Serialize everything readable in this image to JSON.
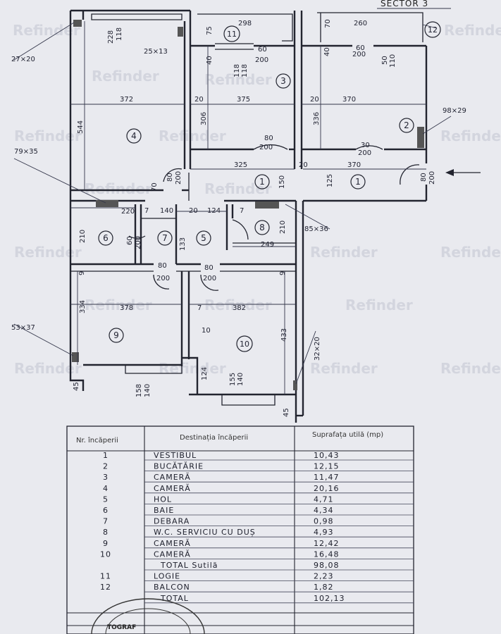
{
  "header": {
    "sector_label": "SECTOR 3"
  },
  "watermark": "Refinder",
  "plan": {
    "rooms": [
      {
        "num": "1",
        "label": "1"
      },
      {
        "num": "1b",
        "label": "1"
      },
      {
        "num": "2",
        "label": "2"
      },
      {
        "num": "3",
        "label": "3"
      },
      {
        "num": "4",
        "label": "4"
      },
      {
        "num": "5",
        "label": "5"
      },
      {
        "num": "6",
        "label": "6"
      },
      {
        "num": "7",
        "label": "7"
      },
      {
        "num": "8",
        "label": "8"
      },
      {
        "num": "9",
        "label": "9"
      },
      {
        "num": "10",
        "label": "10"
      },
      {
        "num": "11",
        "label": "11"
      },
      {
        "num": "12",
        "label": "12"
      }
    ],
    "dims": {
      "d228": "228",
      "d118": "118",
      "d298": "298",
      "d75": "75",
      "d70": "70",
      "d260": "260",
      "d27x20": "27×20",
      "d25x13": "25×13",
      "d40": "40",
      "d60": "60",
      "d200a": "200",
      "d118b": "118",
      "d118c": "118",
      "d40b": "40",
      "d60b": "60",
      "d200b": "200",
      "d50": "50",
      "d110": "110",
      "d372": "372",
      "d20a": "20",
      "d375": "375",
      "d20b": "20",
      "d370a": "370",
      "d544": "544",
      "d306": "306",
      "d336": "336",
      "d98x29": "98×29",
      "d80a": "80",
      "d200c": "200",
      "d30": "30",
      "d200d": "200",
      "d79x35": "79×35",
      "d80b": "80",
      "d200e": "200",
      "d325": "325",
      "d20c": "20",
      "d370b": "370",
      "d150": "150",
      "d125": "125",
      "d80c": "80",
      "d200f": "200",
      "d70b": "70",
      "d220": "220",
      "d7a": "7",
      "d140": "140",
      "d20d": "20",
      "d124": "124",
      "d7b": "7",
      "d85x36": "85×36",
      "d210a": "210",
      "d60c": "60",
      "d200g": "200",
      "d133": "133",
      "d210b": "210",
      "d249": "249",
      "d80d": "80",
      "d200h": "200",
      "d80e": "80",
      "d200i": "200",
      "d9a": "9",
      "d9b": "9",
      "d334": "334",
      "d378": "378",
      "d7c": "7",
      "d382": "382",
      "d53x37": "53×37",
      "d10": "10",
      "d433": "433",
      "d32x20": "32×20",
      "d124b": "124",
      "d155": "155",
      "d140b": "140",
      "d45a": "45",
      "d158": "158",
      "d140c": "140",
      "d45b": "45"
    }
  },
  "table": {
    "headers": [
      "Nr. încăperii",
      "Destinația încăperii",
      "Suprafața utilă (mp)"
    ],
    "rows": [
      {
        "nr": "1",
        "dest": "VESTIBUL",
        "area": "10,43"
      },
      {
        "nr": "2",
        "dest": "BUCĂTĂRIE",
        "area": "12,15"
      },
      {
        "nr": "3",
        "dest": "CAMERĂ",
        "area": "11,47"
      },
      {
        "nr": "4",
        "dest": "CAMERĂ",
        "area": "20,16"
      },
      {
        "nr": "5",
        "dest": "HOL",
        "area": "4,71"
      },
      {
        "nr": "6",
        "dest": "BAIE",
        "area": "4,34"
      },
      {
        "nr": "7",
        "dest": "DEBARA",
        "area": "0,98"
      },
      {
        "nr": "8",
        "dest": "W.C. SERVICIU CU DUȘ",
        "area": "4,93"
      },
      {
        "nr": "9",
        "dest": "CAMERĂ",
        "area": "12,42"
      },
      {
        "nr": "10",
        "dest": "CAMERĂ",
        "area": "16,48"
      },
      {
        "nr": "",
        "dest": "TOTAL Sutilă",
        "area": "98,08"
      },
      {
        "nr": "11",
        "dest": "LOGIE",
        "area": "2,23"
      },
      {
        "nr": "12",
        "dest": "BALCON",
        "area": "1,82"
      },
      {
        "nr": "",
        "dest": "TOTAL",
        "area": "102,13"
      }
    ]
  },
  "stamp_text": "TOGRAF"
}
